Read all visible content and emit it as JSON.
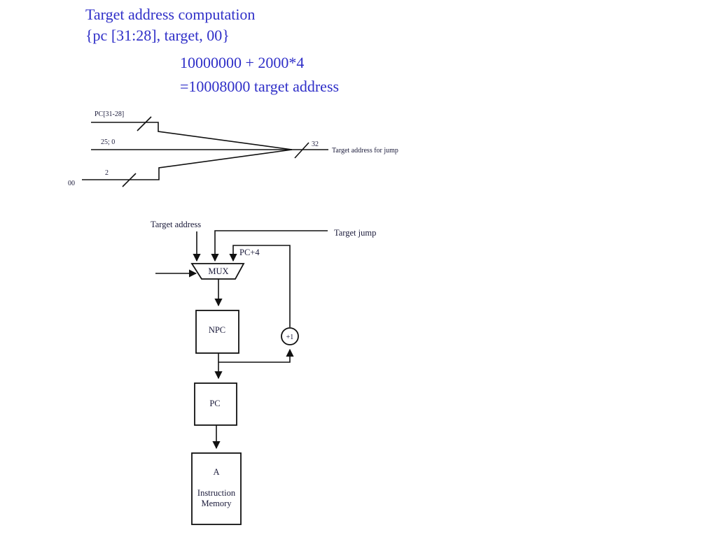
{
  "text": {
    "title": "Target address computation",
    "formula": "{pc [31:28], target, 00}",
    "calc_line1": "10000000 + 2000*4",
    "calc_line2": "=10008000 target address"
  },
  "concat_diagram": {
    "input_pc_label": "PC[31-28]",
    "input_target_label": "25; 0",
    "input_zero_bits_label": "2",
    "input_zero_value_label": "00",
    "output_width_label": "32",
    "output_label": "Target address for jump"
  },
  "datapath": {
    "target_address_label": "Target address",
    "target_jump_label": "Target jump",
    "pc_plus4_label": "PC+4",
    "mux_label": "MUX",
    "npc_label": "NPC",
    "incrementer_label": "+1",
    "pc_label": "PC",
    "memory_label_a": "A",
    "memory_label_line1": "Instruction",
    "memory_label_line2": "Memory"
  }
}
